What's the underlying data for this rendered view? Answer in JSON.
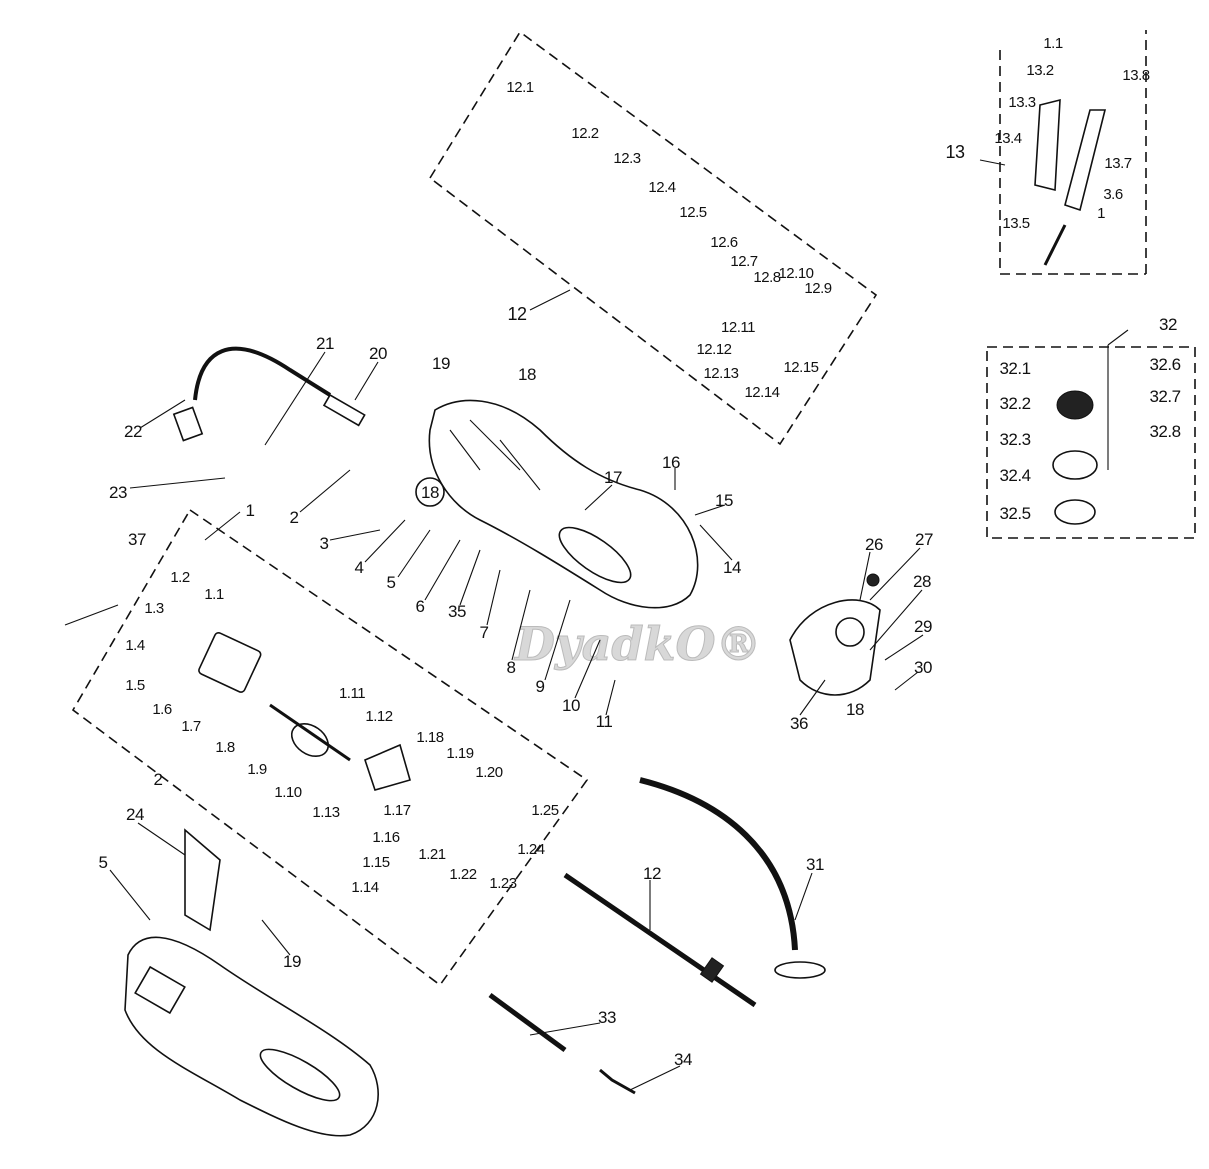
{
  "watermark": "DyadkO®",
  "labels": {
    "g12": [
      "12.1",
      "12.2",
      "12.3",
      "12.4",
      "12.5",
      "12.6",
      "12.7",
      "12.8",
      "12.10",
      "12.9",
      "12.11",
      "12.12",
      "12.13",
      "12.14",
      "12.15",
      "12"
    ],
    "g13": [
      "13",
      "1.1",
      "13.2",
      "13.8",
      "13.3",
      "13.4",
      "13.7",
      "3.6",
      "1",
      "13.5"
    ],
    "g32": [
      "32",
      "32.1",
      "32.6",
      "32.2",
      "32.7",
      "32.3",
      "32.8",
      "32.4",
      "32.5"
    ],
    "main": [
      "21",
      "20",
      "19",
      "18",
      "22",
      "23",
      "2",
      "3",
      "18",
      "4",
      "5",
      "6",
      "35",
      "7",
      "8",
      "9",
      "10",
      "11",
      "17",
      "16",
      "15",
      "14",
      "26",
      "27",
      "28",
      "29",
      "30",
      "18",
      "36",
      "1",
      "37",
      "2"
    ],
    "motor": [
      "1.2",
      "1.1",
      "1.3",
      "1.4",
      "1.5",
      "1.6",
      "1.7",
      "1.8",
      "1.9",
      "1.10",
      "1.11",
      "1.12",
      "1.18",
      "1.19",
      "1.20",
      "1.13",
      "1.17",
      "1.16",
      "1.15",
      "1.14",
      "1.21",
      "1.22",
      "1.23",
      "1.24",
      "1.25"
    ],
    "bottom": [
      "24",
      "5",
      "19",
      "12",
      "31",
      "33",
      "34"
    ]
  }
}
